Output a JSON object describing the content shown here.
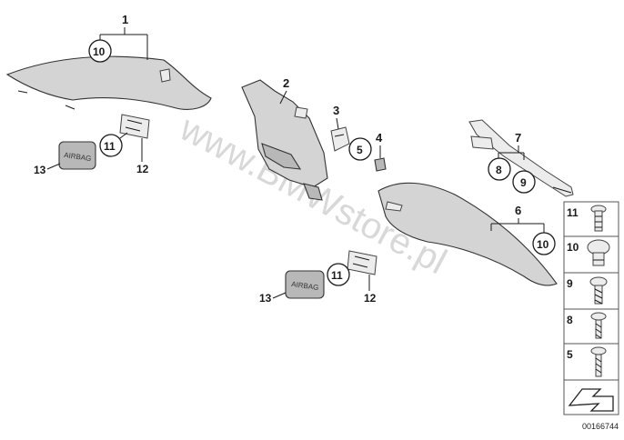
{
  "diagram": {
    "watermark": "www.BMWstore.pl",
    "image_number": "00166744",
    "part_labels": [
      "1",
      "2",
      "3",
      "4",
      "5",
      "6",
      "7",
      "8",
      "9",
      "10",
      "11",
      "12",
      "13"
    ],
    "callouts": {
      "p1": "1",
      "p1_sub": "10",
      "p2": "2",
      "p3": "3",
      "p4": "4",
      "p5": "5",
      "p6": "6",
      "p6_sub": "10",
      "p7": "7",
      "p7_sub_a": "8",
      "p7_sub_b": "9",
      "left_11": "11",
      "left_12": "12",
      "left_13": "13",
      "mid_11": "11",
      "mid_12": "12",
      "mid_13": "13"
    },
    "airbag_text": "AIRBAG",
    "fastener_panel": [
      "11",
      "10",
      "9",
      "8",
      "5"
    ]
  }
}
